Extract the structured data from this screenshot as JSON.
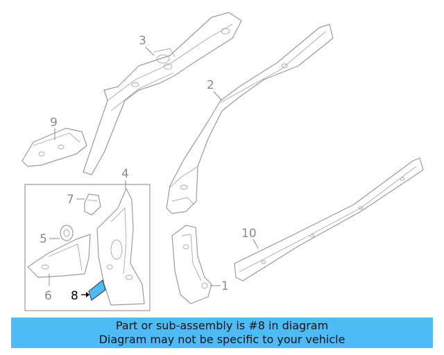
{
  "callouts": {
    "c1": "1",
    "c2": "2",
    "c3": "3",
    "c4": "4",
    "c5": "5",
    "c6": "6",
    "c7": "7",
    "c8": "8",
    "c9": "9",
    "c10": "10"
  },
  "highlighted_part": "8",
  "colors": {
    "highlight_fill": "#4dbbf5",
    "banner_bg": "#4dbbf5",
    "line": "#9a9a9a",
    "callout_text": "#8a8a8a"
  },
  "banner": {
    "line1": "Part or sub-assembly is #8 in diagram",
    "line2": "Diagram may not be specific to your vehicle"
  }
}
